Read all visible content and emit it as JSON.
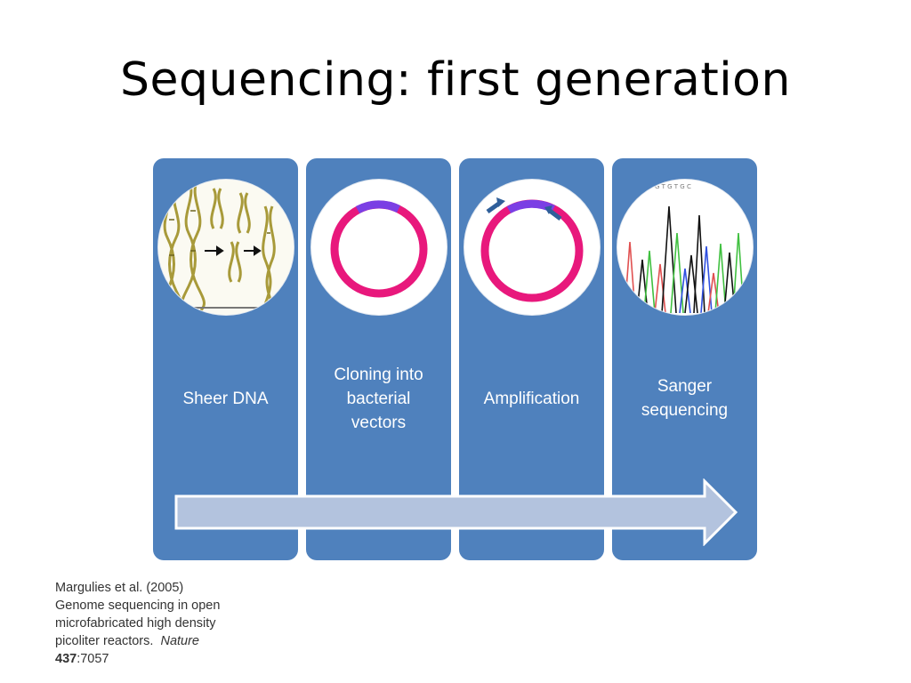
{
  "title": "Sequencing: first generation",
  "steps": [
    {
      "label": "Sheer DNA",
      "image": "dna-shearing-icon"
    },
    {
      "label": "Cloning into\nbacterial\nvectors",
      "image": "plasmid-vector-icon"
    },
    {
      "label": "Amplification",
      "image": "plasmid-amplification-icon"
    },
    {
      "label": "Sanger\nsequencing",
      "image": "chromatogram-icon"
    }
  ],
  "citation": {
    "authors_year": "Margulies et al. (2005)",
    "title": "Genome sequencing in open microfabricated high density picoliter reactors.",
    "journal": "Nature",
    "volume": "437",
    "pages": "7057"
  },
  "colors": {
    "panel": "#4f81bd",
    "arrow_fill": "#b3c3de",
    "plasmid": "#e8187c",
    "insert": "#7b3fe4"
  }
}
